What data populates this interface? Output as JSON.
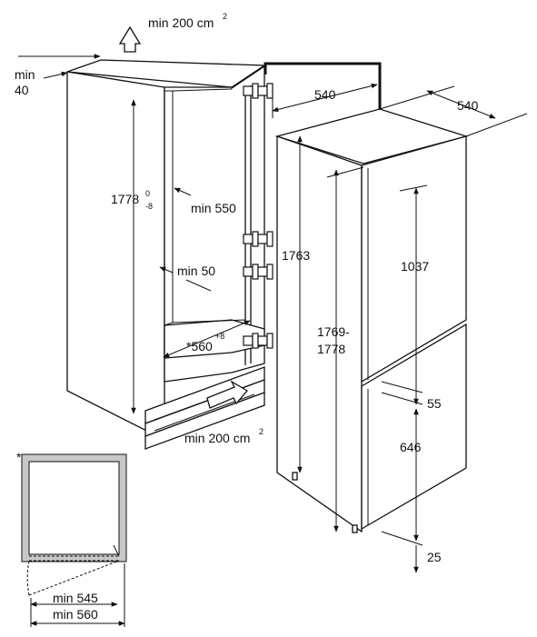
{
  "labels": {
    "top_vent": "min 200 cm",
    "top_vent_sup": "2",
    "bottom_vent": "min 200 cm",
    "bottom_vent_sup": "2",
    "min_40_a": "min",
    "min_40_b": "40",
    "width_540_a": "540",
    "width_540_b": "540",
    "niche_height": "1778",
    "niche_tol_top": "0",
    "niche_tol_bot": "-8",
    "min_550": "min 550",
    "min_50": "min 50",
    "depth_560": "*560",
    "depth_560_tol": "+8",
    "h_1763": "1763",
    "h_1769": "1769-",
    "h_1778": "1778",
    "h_1037": "1037",
    "h_55": "55",
    "h_646": "646",
    "h_25": "25",
    "inset_star": "*",
    "min_545": "min 545",
    "min_560": "min 560"
  }
}
